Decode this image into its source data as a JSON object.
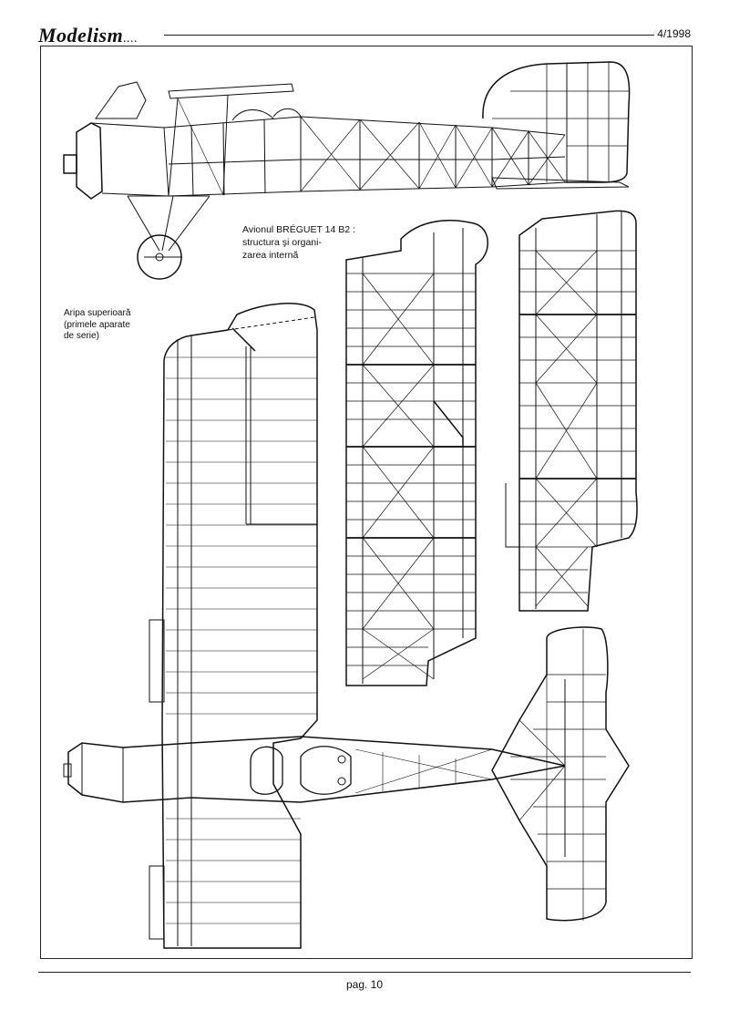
{
  "header": {
    "magazine_logo": "Modelism",
    "logo_dots": "....",
    "issue": "4/1998"
  },
  "captions": {
    "aircraft_line1": "Avionul BRÉGUET 14 B2 :",
    "aircraft_line2": "structura şi organi-",
    "aircraft_line3": "zarea internă",
    "wing_line1": "Aripa superioară",
    "wing_line2": "(primele aparate",
    "wing_line3": "de serie)"
  },
  "footer": {
    "page_label": "pag. 10"
  },
  "colors": {
    "ink": "#111111",
    "paper": "#ffffff"
  }
}
